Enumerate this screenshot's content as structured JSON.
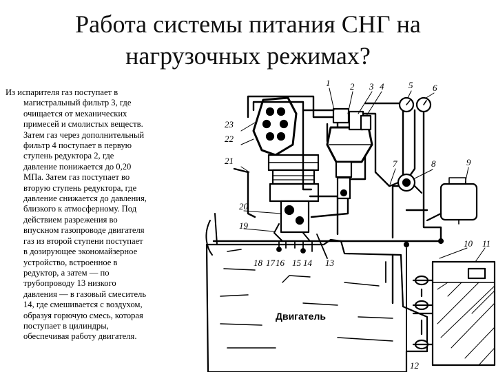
{
  "slide": {
    "title_lines": [
      "Работа системы питания СНГ на",
      "нагрузочных режимах?"
    ],
    "body_lines": [
      "Из испарителя газ поступает в",
      "магистральный фильтр 3, где",
      "очищается от механических",
      "примесей и смолистых веществ.",
      "Затем газ через дополнительный",
      "фильтр 4 поступает в первую",
      "ступень редуктора 2, где",
      "давление понижается до 0,20",
      "МПа. Затем газ поступает во",
      "вторую ступень редуктора, где",
      "давление снижается до давления,",
      "близкого к атмосферному. Под",
      "действием разрежения во",
      "впускном газопроводе двигателя",
      "газ из второй ступени поступает",
      "в дозирующее экономайзерное",
      "устройство, встроенное в",
      "редуктор, а затем — по",
      "трубопроводу 13 низкого",
      "давления — в газовый смеситель",
      "14, где смешивается с воздухом,",
      "образуя горючую смесь, которая",
      "поступает в цилиндры,",
      "обеспечивая работу  двигателя."
    ]
  },
  "diagram": {
    "engine_label": "Двигатель",
    "part_numbers": [
      "1",
      "2",
      "3",
      "4",
      "5",
      "6",
      "7",
      "8",
      "9",
      "10",
      "11",
      "12",
      "13",
      "14",
      "15",
      "16",
      "17",
      "18",
      "19",
      "20",
      "21",
      "22",
      "23"
    ]
  }
}
